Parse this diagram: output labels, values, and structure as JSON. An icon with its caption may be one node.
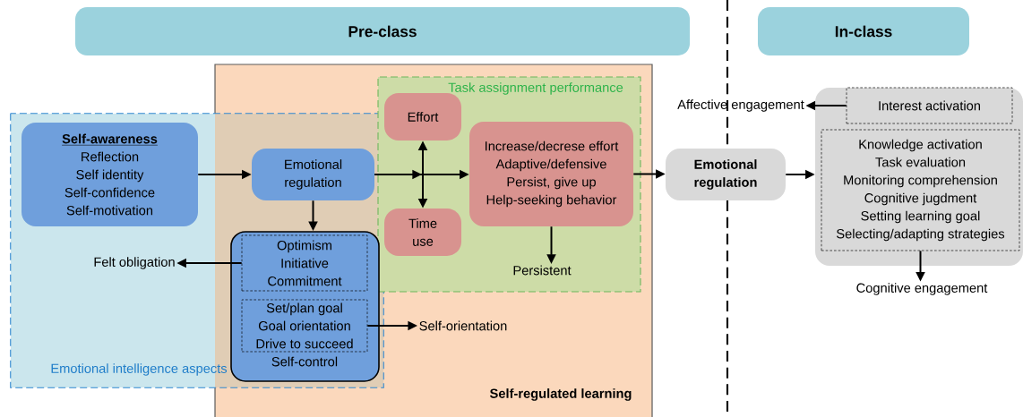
{
  "diagram": {
    "nodes": [
      {
        "text": [
          "Pre-class"
        ]
      },
      {
        "text": [
          "In-class"
        ]
      },
      {
        "text": [
          "Self-regulated learning"
        ]
      },
      {
        "text": [
          "Emotional intelligence aspects"
        ]
      },
      {
        "text": [
          "Task assignment performance"
        ],
        "in": 2
      },
      {
        "text": [
          "Self-awareness",
          "Reflection",
          "Self identity",
          "Self-confidence",
          "Self-motivation"
        ],
        "in": 3
      },
      {
        "text": [
          "Emotional regulation"
        ]
      },
      {
        "text": [
          "Self-control"
        ]
      },
      {
        "text": [
          "Optimism",
          "Initiative",
          "Commitment"
        ],
        "in": 7
      },
      {
        "text": [
          "Set/plan goal",
          "Goal orientation",
          "Drive to succeed"
        ],
        "in": 7
      },
      {
        "text": [
          "Effort"
        ],
        "in": 4
      },
      {
        "text": [
          "Time use"
        ],
        "in": 4
      },
      {
        "text": [
          "Increase/decrese effort",
          "Adaptive/defensive",
          "Persist, give up",
          "Help-seeking behavior"
        ],
        "in": 4
      },
      {
        "text": [
          "Persistent"
        ],
        "in": 4
      },
      {
        "text": [
          "Felt obligation"
        ],
        "in": 3
      },
      {
        "text": [
          "Self-orientation"
        ],
        "in": 2
      },
      {
        "text": [
          "Emotional regulation"
        ]
      },
      {
        "text": [],
        "shape": "box"
      },
      {
        "text": [
          "Interest activation"
        ],
        "in": 17
      },
      {
        "text": [
          "Knowledge activation",
          "Task evaluation",
          "Monitoring comprehension",
          "Cognitive jugdment",
          "Setting learning goal",
          "Selecting/adapting strategies"
        ],
        "in": 17
      },
      {
        "text": [
          "Affective engagement"
        ]
      },
      {
        "text": [
          "Cognitive engagement"
        ]
      }
    ],
    "edges": [
      {
        "from": 5,
        "to": 6,
        "arrow": "to"
      },
      {
        "from": 6,
        "to": 7,
        "arrow": "to"
      },
      {
        "from": 6,
        "to": 10,
        "arrow": "to"
      },
      {
        "from": 6,
        "to": 11,
        "arrow": "to"
      },
      {
        "from": 6,
        "to": 12,
        "arrow": "to"
      },
      {
        "from": 8,
        "to": 14,
        "arrow": "to"
      },
      {
        "from": 9,
        "to": 15,
        "arrow": "to"
      },
      {
        "from": 12,
        "to": 13,
        "arrow": "to"
      },
      {
        "from": 12,
        "to": 16,
        "arrow": "to"
      },
      {
        "from": 16,
        "to": 17,
        "arrow": "to"
      },
      {
        "from": 18,
        "to": 20,
        "arrow": "to"
      },
      {
        "from": 19,
        "to": 21,
        "arrow": "to"
      }
    ]
  }
}
